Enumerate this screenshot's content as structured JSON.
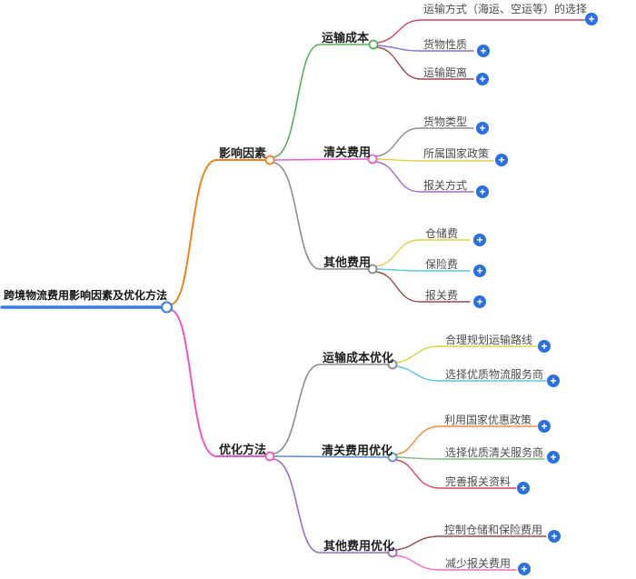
{
  "palette": {
    "root_line": "#3a7de0",
    "plus_blue": "#2b70e0",
    "orange": "#f0831e",
    "pink": "#ee57c2",
    "green": "#55b055",
    "pink_violet": "#e75fd4",
    "gray": "#8b8b93",
    "crimson": "#cf4765",
    "violet": "#8374dd",
    "dark_red": "#9a4a48",
    "yellow": "#e0d048",
    "purple": "#a168cf",
    "cyan": "#57c7dd",
    "steel_blue": "#5b8fd4",
    "medium_purple": "#9b6ccc",
    "orange2": "#f0883e",
    "green2": "#84bb84",
    "red2": "#e0475c",
    "pink2": "#ef6cc0"
  },
  "icons": {
    "plus": "+"
  },
  "root": {
    "label": "跨境物流费用影响因素及优化方法"
  },
  "branches": [
    {
      "label": "影响因素",
      "children": [
        {
          "label": "运输成本",
          "children": [
            {
              "label": "运输方式（海运、空运等）的选择"
            },
            {
              "label": "货物性质"
            },
            {
              "label": "运输距离"
            }
          ]
        },
        {
          "label": "清关费用",
          "children": [
            {
              "label": "货物类型"
            },
            {
              "label": "所属国家政策"
            },
            {
              "label": "报关方式"
            }
          ]
        },
        {
          "label": "其他费用",
          "children": [
            {
              "label": "仓储费"
            },
            {
              "label": "保险费"
            },
            {
              "label": "报关费"
            }
          ]
        }
      ]
    },
    {
      "label": "优化方法",
      "children": [
        {
          "label": "运输成本优化",
          "children": [
            {
              "label": "合理规划运输路线"
            },
            {
              "label": "选择优质物流服务商"
            }
          ]
        },
        {
          "label": "清关费用优化",
          "children": [
            {
              "label": "利用国家优惠政策"
            },
            {
              "label": "选择优质清关服务商"
            },
            {
              "label": "完善报关资料"
            }
          ]
        },
        {
          "label": "其他费用优化",
          "children": [
            {
              "label": "控制仓储和保险费用"
            },
            {
              "label": "减少报关费用"
            }
          ]
        }
      ]
    }
  ]
}
